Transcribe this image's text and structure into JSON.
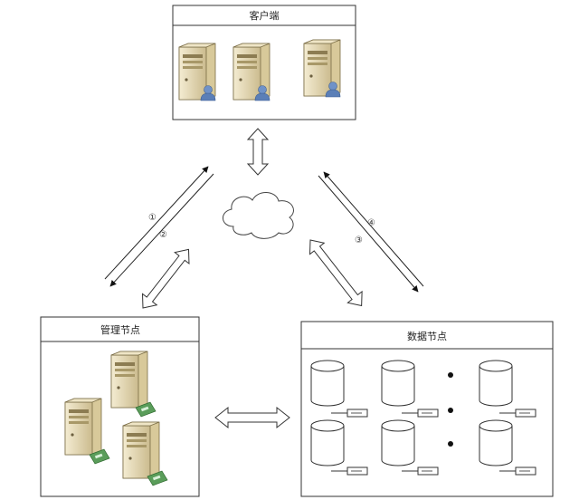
{
  "client_box": {
    "title": "客户端",
    "server_count": 3
  },
  "manager_box": {
    "title": "管理节点",
    "server_count": 3
  },
  "data_box": {
    "title": "数据节点",
    "cylinder_columns": 3,
    "cylinder_rows": 2
  },
  "step_labels": {
    "step1": "①",
    "step2": "②",
    "step3": "③",
    "step4": "④"
  },
  "colors": {
    "server_body": "#e8dcb8",
    "server_front": "#d6c89c",
    "user_icon": "#5b7fb7",
    "green_card": "#5a9d5a",
    "line": "#444444"
  }
}
